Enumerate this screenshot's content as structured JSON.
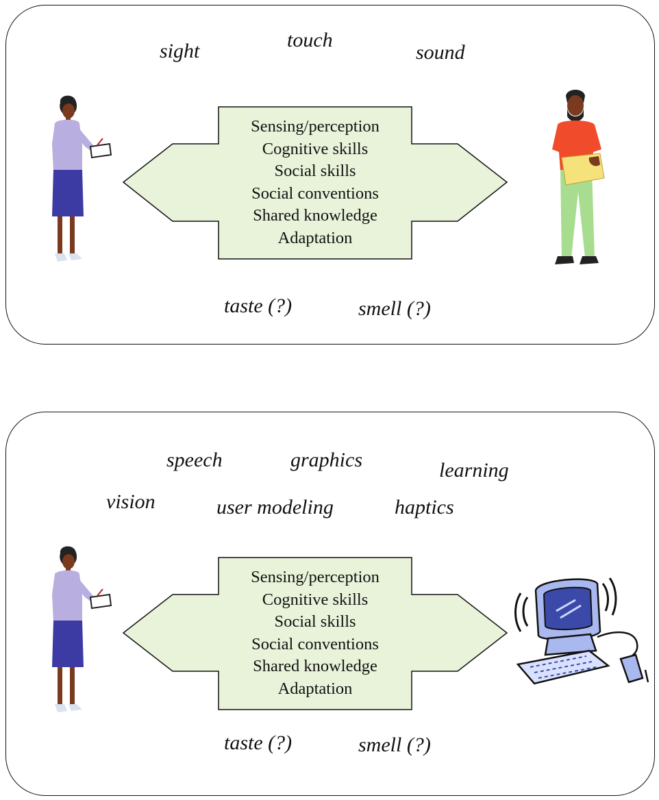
{
  "top_panel": {
    "senses": [
      "sight",
      "touch",
      "sound",
      "taste (?)",
      "smell (?)"
    ],
    "skills": [
      "Sensing/perception",
      "Cognitive skills",
      "Social skills",
      "Social conventions",
      "Shared knowledge",
      "Adaptation"
    ]
  },
  "bottom_panel": {
    "technologies": [
      "speech",
      "graphics",
      "learning",
      "vision",
      "user modeling",
      "haptics"
    ],
    "senses": [
      "taste (?)",
      "smell (?)"
    ],
    "skills": [
      "Sensing/perception",
      "Cognitive skills",
      "Social skills",
      "Social conventions",
      "Shared knowledge",
      "Adaptation"
    ]
  },
  "icons": {
    "left_figure": "woman-with-clipboard-icon",
    "right_figure_top": "man-with-folder-icon",
    "right_figure_bottom": "computer-icon"
  },
  "colors": {
    "arrow_fill": "#e9f3da",
    "outline": "#111111",
    "woman_top": "#b9aee0",
    "woman_skirt": "#3c3aa3",
    "man_shirt": "#f04b2b",
    "man_pants": "#a8dc8e",
    "folder": "#f5e27a",
    "computer": "#a9b8ee"
  }
}
